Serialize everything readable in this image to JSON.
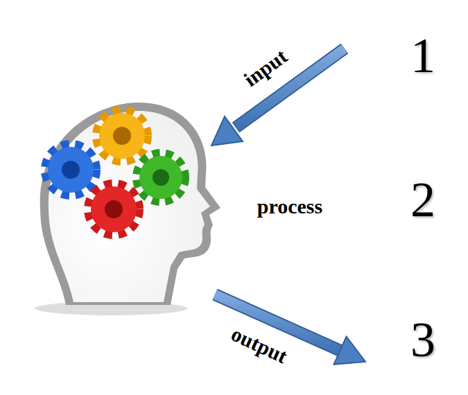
{
  "diagram": {
    "labels": [
      "input",
      "1",
      "process",
      "2",
      "output",
      "3"
    ]
  }
}
